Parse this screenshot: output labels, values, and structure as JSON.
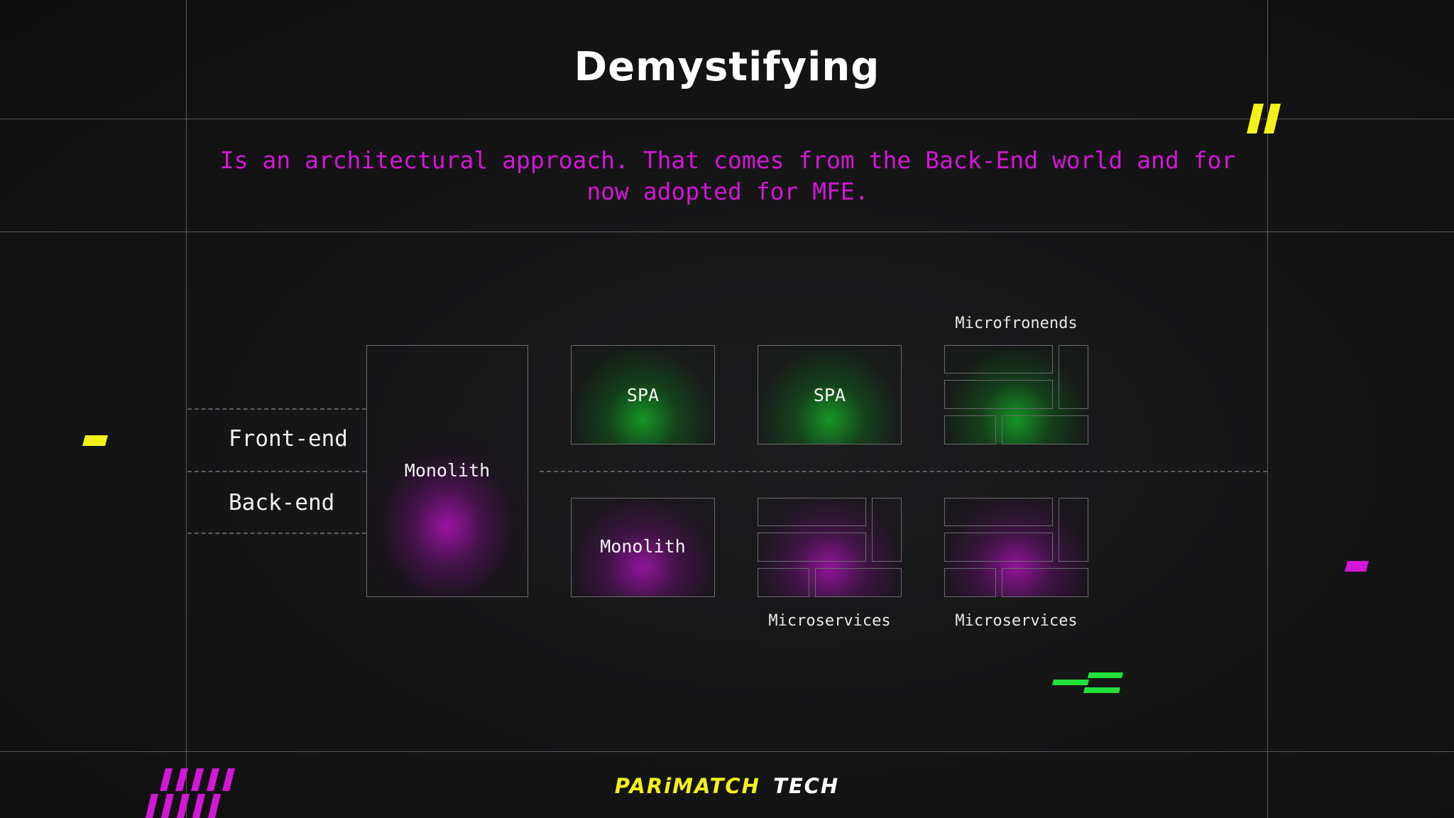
{
  "slide": {
    "title": "Demystifying",
    "subtitle": "Is an architectural approach. That comes from the Back-End world and for now adopted for MFE."
  },
  "diagram": {
    "rows": {
      "frontend_label": "Front-end",
      "backend_label": "Back-end"
    },
    "columns": [
      {
        "type": "monolith",
        "label": "Monolith"
      },
      {
        "front_label": "SPA",
        "back_label": "Monolith"
      },
      {
        "front_label": "SPA",
        "back_caption": "Microservices"
      },
      {
        "front_caption": "Microfronends",
        "back_caption": "Microservices"
      }
    ]
  },
  "brand": {
    "logo_text_1": "PARiMATCH",
    "logo_text_2": "TECH",
    "colors": {
      "yellow": "#f2f21a",
      "magenta": "#d417d6",
      "green": "#22e23a",
      "background": "#141415"
    }
  },
  "icons": [
    "quote-mark-icon",
    "yellow-dash-icon",
    "magenta-dash-icon",
    "green-stripes-icon",
    "magenta-stripes-icon"
  ]
}
